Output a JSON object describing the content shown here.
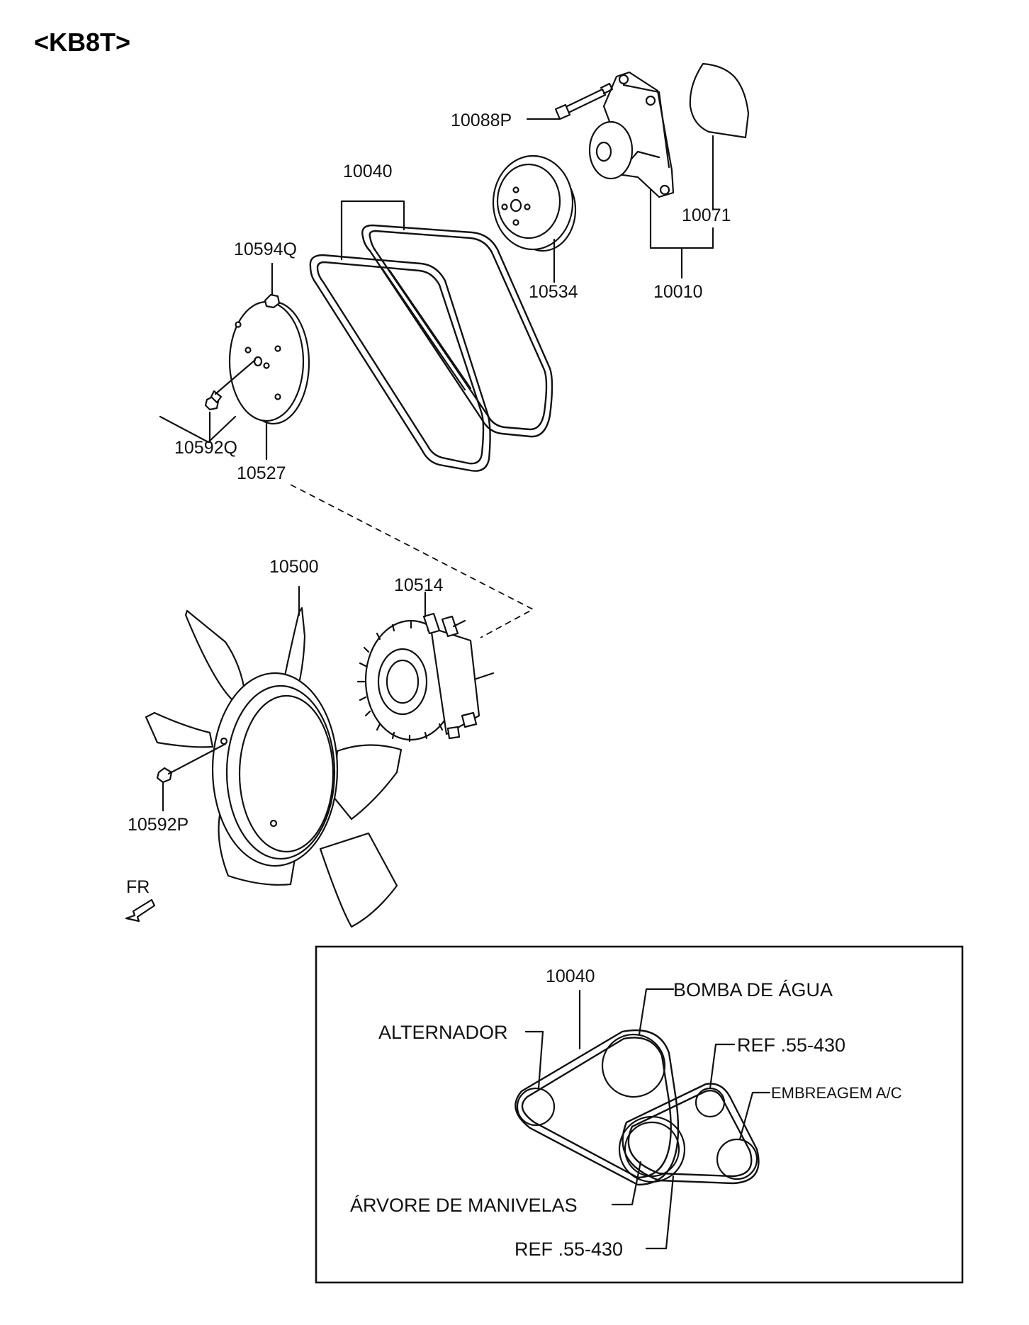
{
  "title": "<KB8T>",
  "parts": {
    "p10088P": "10088P",
    "p10040": "10040",
    "p10594Q": "10594Q",
    "p10534": "10534",
    "p10071": "10071",
    "p10010": "10010",
    "p10592Q": "10592Q",
    "p10527": "10527",
    "p10500": "10500",
    "p10514": "10514",
    "p10592P": "10592P"
  },
  "direction": {
    "fr": "FR"
  },
  "legend": {
    "belt": "10040",
    "water_pump": "BOMBA DE ÁGUA",
    "alternator": "ALTERNADOR",
    "ref_top": "REF .55-430",
    "ac_clutch": "EMBREAGEM A/C",
    "crankshaft": "ÁRVORE DE MANIVELAS",
    "ref_bottom": "REF .55-430"
  }
}
